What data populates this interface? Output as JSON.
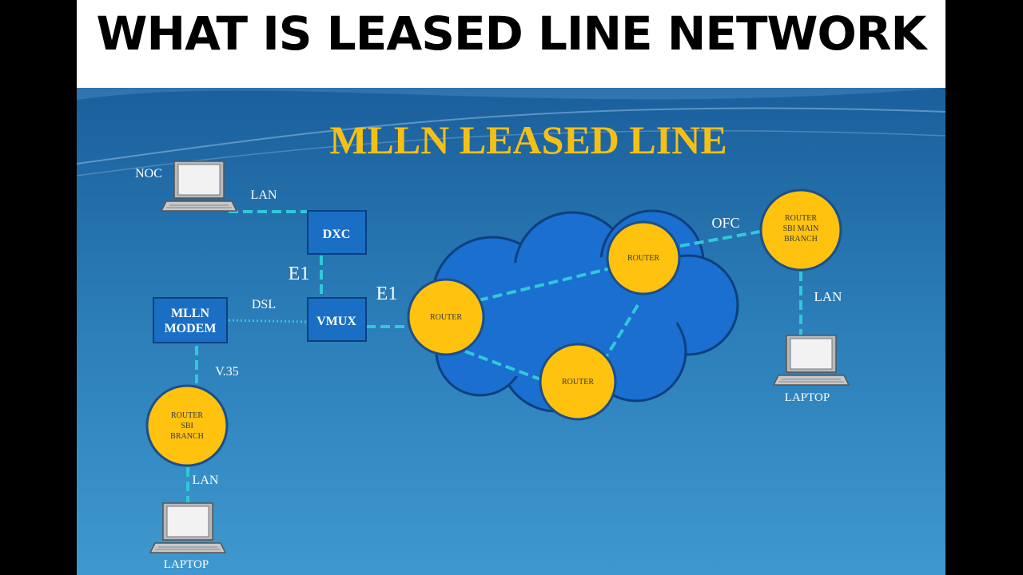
{
  "banner": {
    "title": "WHAT IS LEASED LINE NETWORK"
  },
  "slide": {
    "title": "MLLN LEASED LINE"
  },
  "colors": {
    "slide_bg_top": "#1b5f9c",
    "slide_bg_bottom": "#3f98cf",
    "title_gold": "#f5c016",
    "box_fill": "#1a6fc4",
    "router_fill": "#ffc20e",
    "cloud_fill": "#1a6fd0",
    "link_cyan": "#31c8d8"
  },
  "nodes": {
    "noc": {
      "label": "NOC",
      "icon": "laptop-icon"
    },
    "dxc": {
      "label": "DXC"
    },
    "vmux": {
      "label": "VMUX"
    },
    "mlln_modem": {
      "line1": "MLLN",
      "line2": "MODEM"
    },
    "router_sbi_branch": {
      "line1": "ROUTER",
      "line2": "SBI",
      "line3": "BRANCH"
    },
    "laptop_bottom": {
      "label": "LAPTOP",
      "icon": "laptop-icon"
    },
    "cloud_router_left": {
      "label": "ROUTER"
    },
    "cloud_router_top": {
      "label": "ROUTER"
    },
    "cloud_router_bottom": {
      "label": "ROUTER"
    },
    "router_sbi_main": {
      "line1": "ROUTER",
      "line2": "SBI MAIN",
      "line3": "BRANCH"
    },
    "laptop_right": {
      "label": "LAPTOP",
      "icon": "laptop-icon"
    }
  },
  "links": {
    "noc_dxc": "LAN",
    "dxc_vmux": "E1",
    "vmux_cloud": "E1",
    "modem_vmux": "DSL",
    "modem_router": "V.35",
    "router_laptop": "LAN",
    "cloud_main": "OFC",
    "main_laptop": "LAN"
  }
}
